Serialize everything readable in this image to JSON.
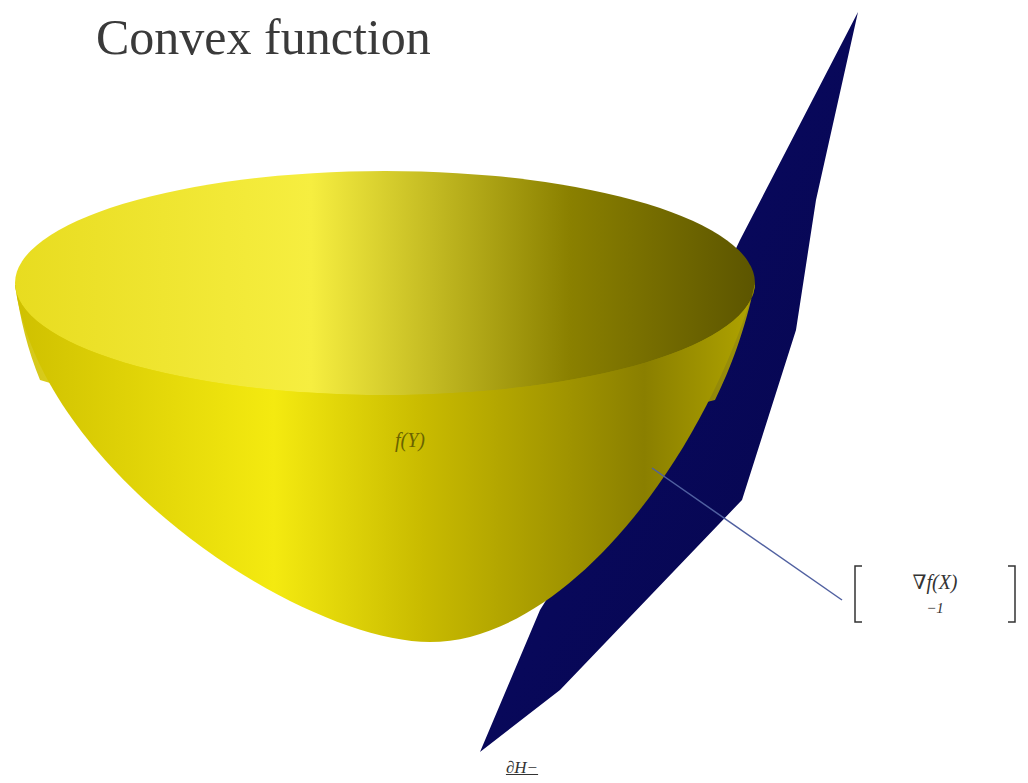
{
  "diagram": {
    "title": "Convex function",
    "labels": [
      "f(Y)",
      "∇f(X)",
      "−1",
      "∂H−"
    ]
  }
}
